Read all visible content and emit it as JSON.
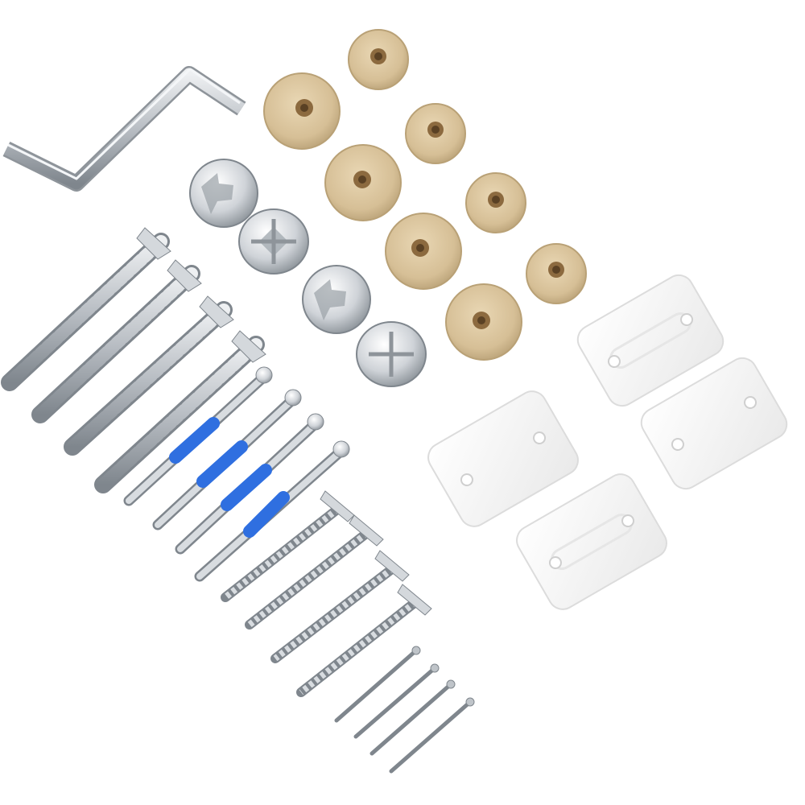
{
  "image": {
    "kind": "product-photo",
    "background": "#ffffff"
  },
  "colors": {
    "steel": "#c8ccd0",
    "steel_dark": "#8e949a",
    "beige_cap": "#d9c49c",
    "beige_cap_dark": "#b9a176",
    "blue_sleeve": "#2f6fe0",
    "white_plate": "#f7f7f7",
    "white_plate_edge": "#dcdcdc"
  },
  "items": {
    "hex_key": 1,
    "cam_locks": 4,
    "cover_caps_large": 4,
    "cover_caps_small": 4,
    "confirmat_screws": 4,
    "dowel_screws_blue_sleeve": 4,
    "wood_screws": 4,
    "nails": 4,
    "corner_plates": 4
  }
}
